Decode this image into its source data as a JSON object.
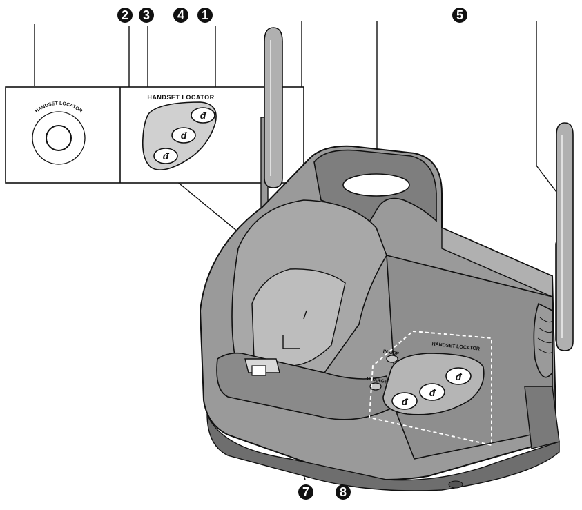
{
  "callouts": {
    "c1": "1",
    "c2": "2",
    "c3": "3",
    "c4": "4",
    "c5": "5",
    "c7": "7",
    "c8": "8"
  },
  "labels": {
    "handset_locator": "HANDSET LOCATOR",
    "in_use": "IN USE",
    "charge": "CHARGE"
  },
  "colors": {
    "body_fill": "#9a9a9a",
    "body_dark": "#6e6e6e",
    "body_light": "#bdbdbd",
    "outline": "#111111",
    "callout_fill": "#111111"
  }
}
